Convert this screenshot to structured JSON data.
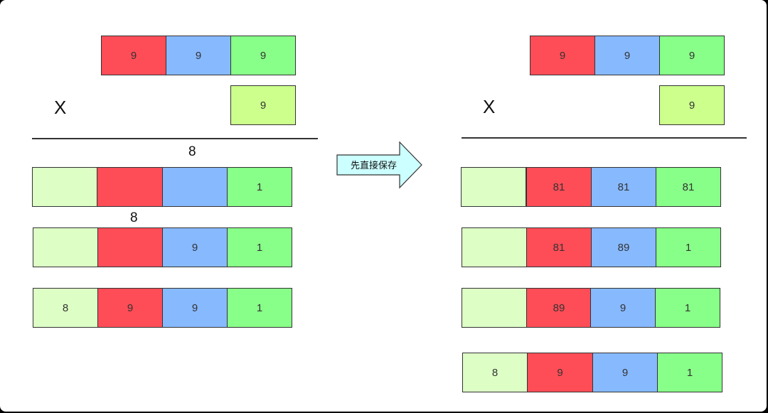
{
  "left_panel": {
    "multiply_sign": "X",
    "multiplicand": [
      "9",
      "9",
      "9"
    ],
    "multiplier": "9",
    "carry_a": "8",
    "carry_b": "8",
    "rows": [
      [
        "",
        "",
        "",
        "1"
      ],
      [
        "",
        "",
        "9",
        "1"
      ],
      [
        "8",
        "9",
        "9",
        "1"
      ]
    ]
  },
  "arrow": {
    "label": "先直接保存"
  },
  "right_panel": {
    "multiply_sign": "X",
    "multiplicand": [
      "9",
      "9",
      "9"
    ],
    "multiplier": "9",
    "rows": [
      [
        "",
        "81",
        "81",
        "81"
      ],
      [
        "",
        "81",
        "89",
        "1"
      ],
      [
        "",
        "89",
        "9",
        "1"
      ],
      [
        "8",
        "9",
        "9",
        "1"
      ]
    ]
  },
  "colors": {
    "red": "#ff4d57",
    "blue": "#87b9ff",
    "green": "#88ff88",
    "lime": "#ccff8c",
    "pale": "#ddffc6",
    "arrow_fill": "#ccffff"
  }
}
